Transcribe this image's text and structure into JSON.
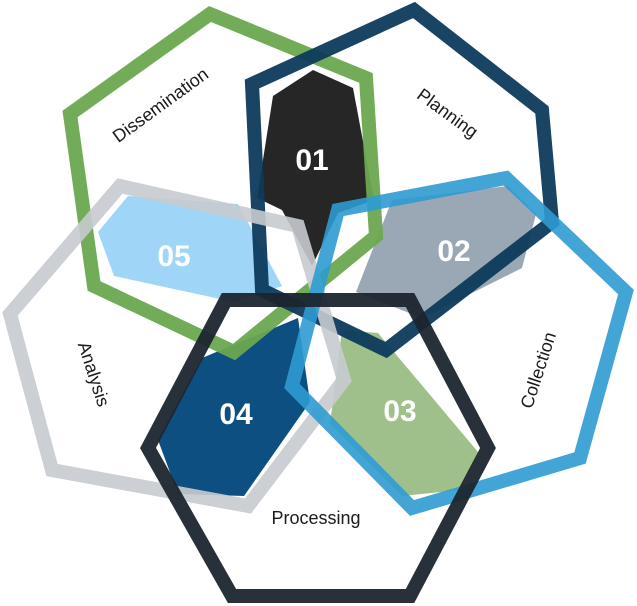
{
  "cycle": {
    "stages": [
      {
        "number": "01",
        "label": "Planning",
        "outline_color": "#0d3a5c",
        "tile_color": "#262626"
      },
      {
        "number": "02",
        "label": "Collection",
        "outline_color": "#2e9bd1",
        "tile_color": "#9aa7b5"
      },
      {
        "number": "03",
        "label": "Processing",
        "outline_color": "#1c252f",
        "tile_color": "#9fc08a"
      },
      {
        "number": "04",
        "label": "Analysis",
        "outline_color": "#c7cbcf",
        "tile_color": "#0d4f80"
      },
      {
        "number": "05",
        "label": "Dissemination",
        "outline_color": "#6aa84f",
        "tile_color": "#9fd6f7"
      }
    ]
  }
}
